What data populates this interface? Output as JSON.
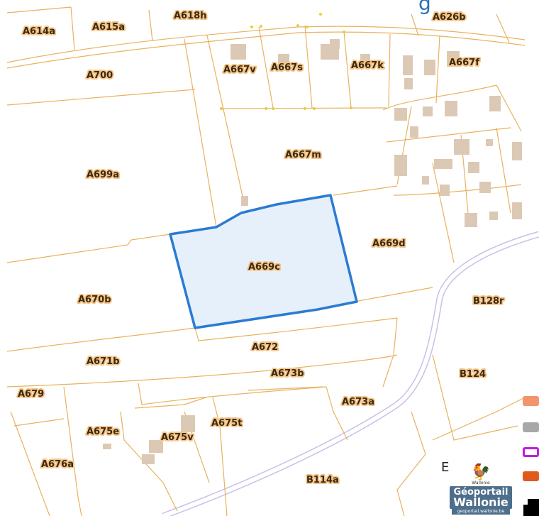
{
  "header": {
    "title_fragment": "g"
  },
  "parcels": {
    "A614a": "A614a",
    "A615a": "A615a",
    "A618h": "A618h",
    "A626b": "A626b",
    "A700": "A700",
    "A667v": "A667v",
    "A667s": "A667s",
    "A667k": "A667k",
    "A667f": "A667f",
    "A667m": "A667m",
    "A699a": "A699a",
    "A669c": "A669c",
    "A669d": "A669d",
    "A670b": "A670b",
    "B128r": "B128r",
    "A672": "A672",
    "A671b": "A671b",
    "A673b": "A673b",
    "B124": "B124",
    "A679": "A679",
    "A673a": "A673a",
    "A675e": "A675e",
    "A675t": "A675t",
    "A675v": "A675v",
    "A676a": "A676a",
    "B114a": "B114a"
  },
  "selected_parcel": "A669c",
  "logo": {
    "small": "Wallonie",
    "line1": "Géoportail",
    "line2": "Wallonie",
    "url": "geoportail.wallonie.be",
    "crest_icon": "rooster-icon"
  },
  "stray_glyph": "E",
  "legend": [
    {
      "icon": "legend-swatch-orange",
      "color": "#f3956a"
    },
    {
      "icon": "legend-swatch-grey-hatched",
      "color": "#a8a8a8"
    },
    {
      "icon": "legend-swatch-magenta",
      "color": "#c21be0"
    },
    {
      "icon": "legend-swatch-orange-outline",
      "color": "#e05a1c"
    },
    {
      "icon": "legend-swatch-black",
      "color": "#000000"
    }
  ],
  "colors": {
    "parcel_line": "#e8b25e",
    "selection_stroke": "#2a7bd4",
    "selection_fill": "#e6f0fa",
    "label_halo": "#f5c48a",
    "building": "#dcc9b5",
    "road": "#c9c0e8"
  }
}
